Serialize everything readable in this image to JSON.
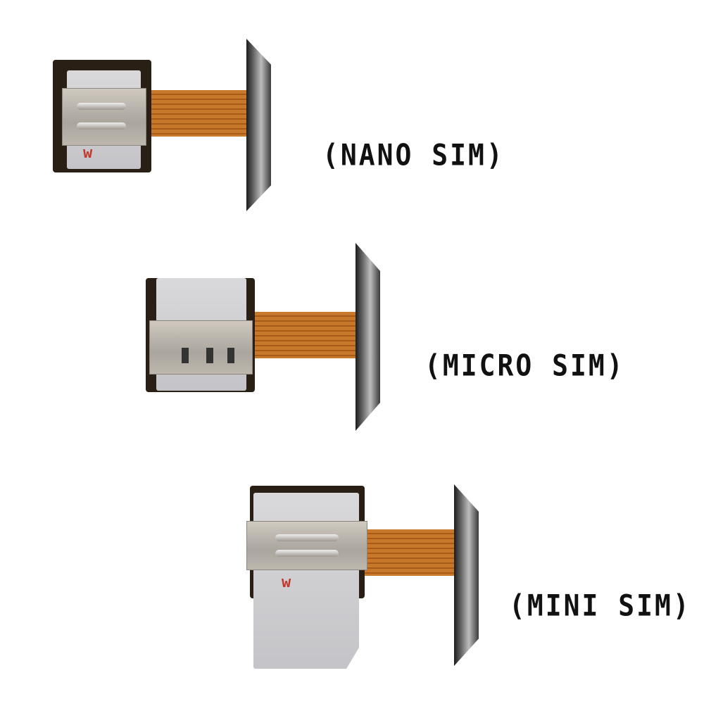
{
  "labels": {
    "nano": "(NANO SIM)",
    "micro": "(MICRO SIM)",
    "mini": "(MINI SIM)"
  },
  "colors": {
    "cable": "#c8782a",
    "board": "#2a1f14",
    "tray": "#d0d0d3",
    "text": "#111111"
  }
}
